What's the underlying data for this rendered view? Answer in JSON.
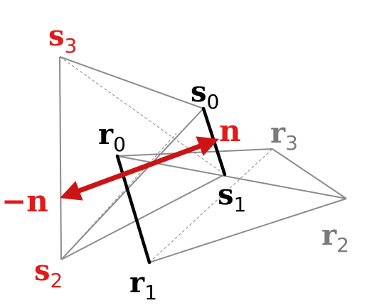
{
  "colors": {
    "red": "#e01b1b",
    "arrow": "#cc1414",
    "black": "#000000",
    "gray": "#7a7a7a",
    "thin": "#8c8c8c",
    "dashed": "#9a9a9a"
  },
  "labels": {
    "s3": {
      "base": "s",
      "sub": "3"
    },
    "s0": {
      "base": "s",
      "sub": "0"
    },
    "s1": {
      "base": "s",
      "sub": "1"
    },
    "s2": {
      "base": "s",
      "sub": "2"
    },
    "r0": {
      "base": "r",
      "sub": "0"
    },
    "r1": {
      "base": "r",
      "sub": "1"
    },
    "r2": {
      "base": "r",
      "sub": "2"
    },
    "r3": {
      "base": "r",
      "sub": "3"
    },
    "n": "n",
    "neg_n": "−n"
  }
}
